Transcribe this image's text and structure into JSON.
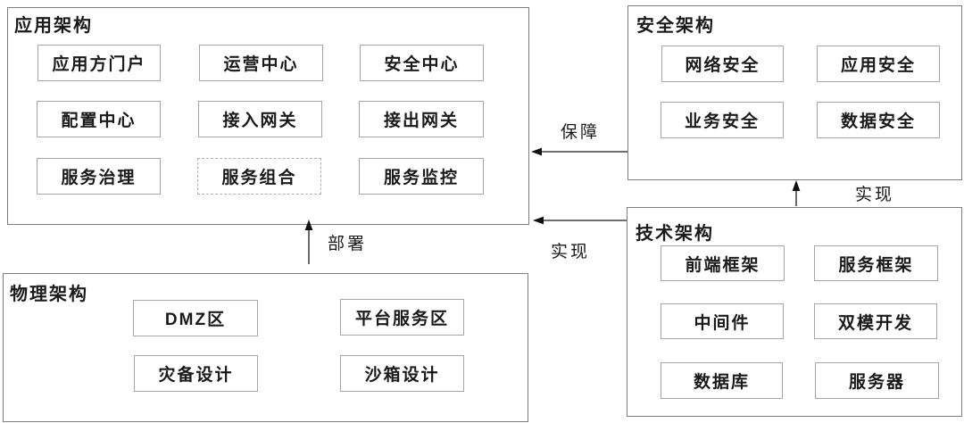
{
  "diagram": {
    "panels": {
      "application": {
        "title": "应用架构",
        "boxes": [
          "应用方门户",
          "运营中心",
          "安全中心",
          "配置中心",
          "接入网关",
          "接出网关",
          "服务治理",
          "服务组合",
          "服务监控"
        ]
      },
      "security": {
        "title": "安全架构",
        "boxes": [
          "网络安全",
          "应用安全",
          "业务安全",
          "数据安全"
        ]
      },
      "technology": {
        "title": "技术架构",
        "boxes": [
          "前端框架",
          "服务框架",
          "中间件",
          "双模开发",
          "数据库",
          "服务器"
        ]
      },
      "physical": {
        "title": "物理架构",
        "boxes": [
          "DMZ区",
          "平台服务区",
          "灾备设计",
          "沙箱设计"
        ]
      }
    },
    "arrows": {
      "guarantee": {
        "label": "保障",
        "from": "security",
        "to": "application"
      },
      "realize_to_security": {
        "label": "实现",
        "from": "technology",
        "to": "security"
      },
      "realize_to_application": {
        "label": "实现",
        "from": "technology",
        "to": "application"
      },
      "deploy": {
        "label": "部署",
        "from": "physical",
        "to": "application"
      }
    },
    "colors": {
      "background": "#ffffff",
      "panel_border": "#7f7f7f",
      "box_border": "#a6a6a6",
      "dashed_box_border": "#b0b0b0",
      "text": "#1a1a1a",
      "arrow": "#1a1a1a"
    }
  }
}
